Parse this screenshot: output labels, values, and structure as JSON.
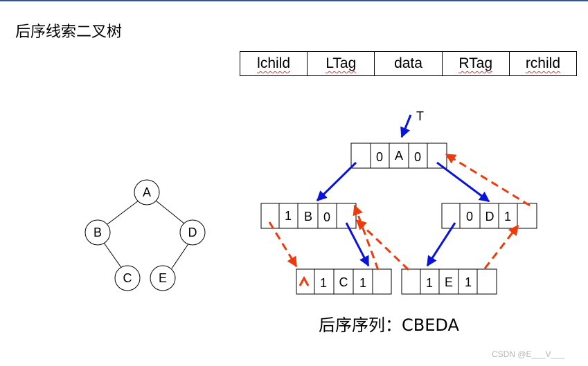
{
  "page": {
    "title": "后序线索二叉树",
    "traversal_label": "后序序列：",
    "traversal_sequence": "CBEDA",
    "watermark": "CSDN @E___V___"
  },
  "node_structure": {
    "fields": [
      {
        "label": "lchild",
        "spellcheck": true
      },
      {
        "label": "LTag",
        "spellcheck": true
      },
      {
        "label": "data",
        "spellcheck": false
      },
      {
        "label": "RTag",
        "spellcheck": true
      },
      {
        "label": "rchild",
        "spellcheck": true
      }
    ]
  },
  "binary_tree": {
    "nodes": [
      {
        "id": "A",
        "label": "A"
      },
      {
        "id": "B",
        "label": "B"
      },
      {
        "id": "C",
        "label": "C"
      },
      {
        "id": "D",
        "label": "D"
      },
      {
        "id": "E",
        "label": "E"
      }
    ],
    "edges": [
      [
        "A",
        "B"
      ],
      [
        "A",
        "D"
      ],
      [
        "B",
        "C"
      ],
      [
        "D",
        "E"
      ]
    ]
  },
  "threaded_tree": {
    "root_pointer_label": "T",
    "null_marker": "^",
    "nodes": [
      {
        "id": "A",
        "ltag": "0",
        "data": "A",
        "rtag": "0"
      },
      {
        "id": "B",
        "ltag": "1",
        "data": "B",
        "rtag": "0"
      },
      {
        "id": "D",
        "ltag": "0",
        "data": "D",
        "rtag": "1"
      },
      {
        "id": "C",
        "ltag": "1",
        "data": "C",
        "rtag": "1"
      },
      {
        "id": "E",
        "ltag": "1",
        "data": "E",
        "rtag": "1"
      }
    ],
    "child_links": [
      [
        "A",
        "B"
      ],
      [
        "A",
        "D"
      ],
      [
        "B",
        "C"
      ],
      [
        "D",
        "E"
      ]
    ],
    "thread_links": [
      [
        "B",
        "C"
      ],
      [
        "C",
        "B"
      ],
      [
        "E",
        "B"
      ],
      [
        "E",
        "D"
      ],
      [
        "D",
        "A"
      ]
    ],
    "colors": {
      "child_link": "#0a14d8",
      "thread_link": "#ee3a0c"
    }
  }
}
